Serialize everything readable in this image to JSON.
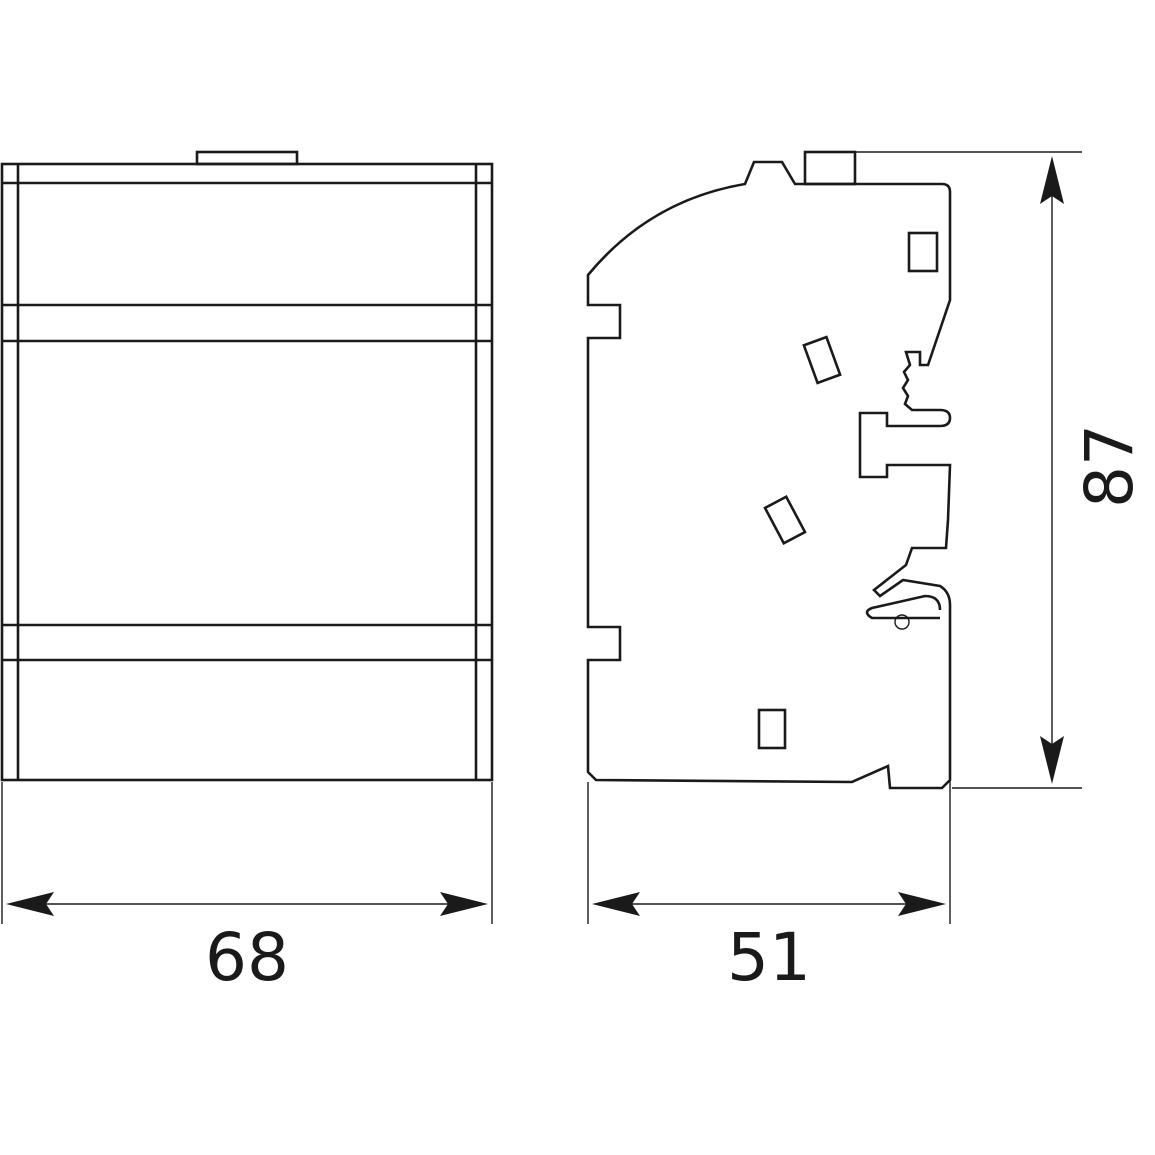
{
  "dimensions": {
    "width": "68",
    "depth": "51",
    "height": "87"
  },
  "colors": {
    "line": "#1a1a1a",
    "background": "#ffffff"
  }
}
